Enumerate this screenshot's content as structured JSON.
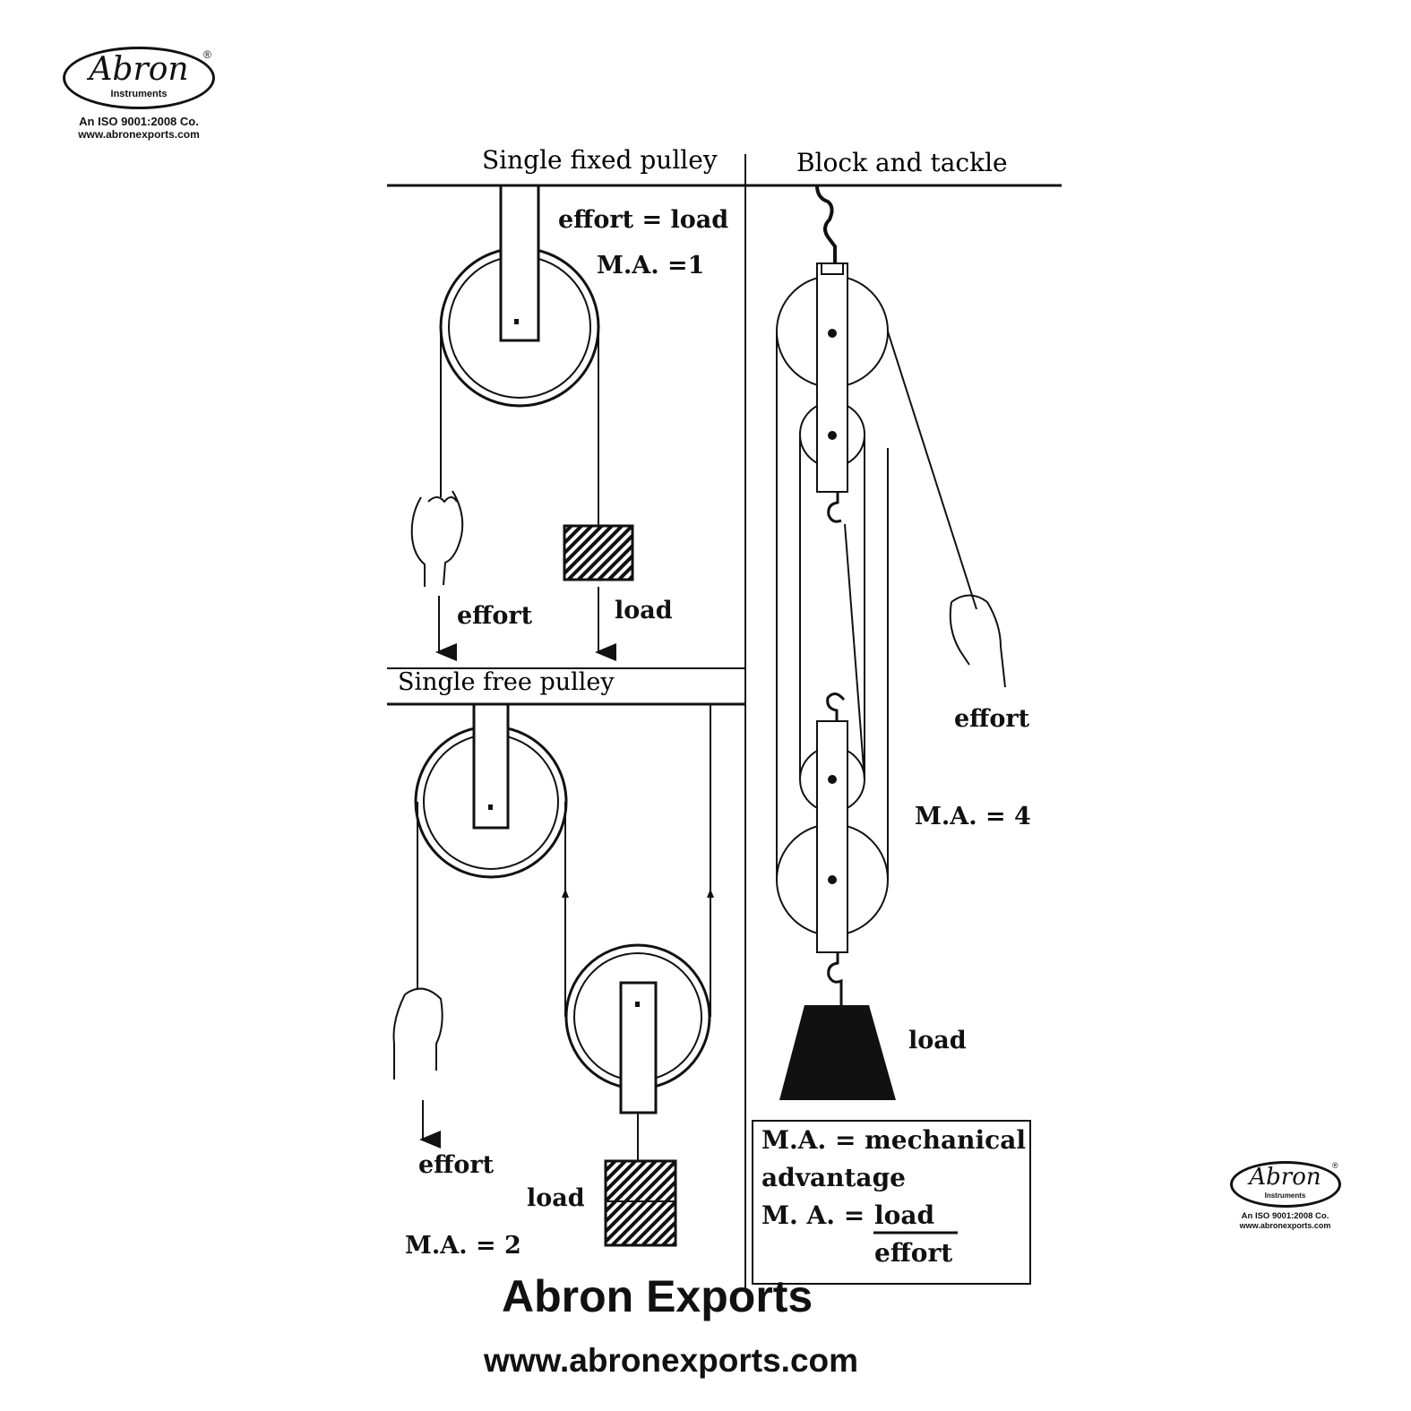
{
  "logo": {
    "brand": "Abron",
    "subtitle": "Instruments",
    "registered": "®",
    "iso": "An ISO 9001:2008 Co.",
    "website": "www.abronexports.com"
  },
  "panels": {
    "fixed": {
      "title": "Single fixed pulley",
      "formula": "effort = load",
      "ma": "M.A. =1",
      "effort_label": "effort",
      "load_label": "load"
    },
    "free": {
      "title": "Single free pulley",
      "effort_label": "effort",
      "load_label": "load",
      "ma": "M.A. = 2"
    },
    "block": {
      "title": "Block and tackle",
      "effort_label": "effort",
      "ma": "M.A. = 4",
      "load_label": "load"
    }
  },
  "definition": {
    "line1": "M.A. = mechanical",
    "line2": "advantage",
    "line3_prefix": "M. A. =",
    "numerator": "load",
    "denominator": "effort"
  },
  "footer": {
    "brand": "Abron Exports",
    "website": "www.abronexports.com"
  }
}
